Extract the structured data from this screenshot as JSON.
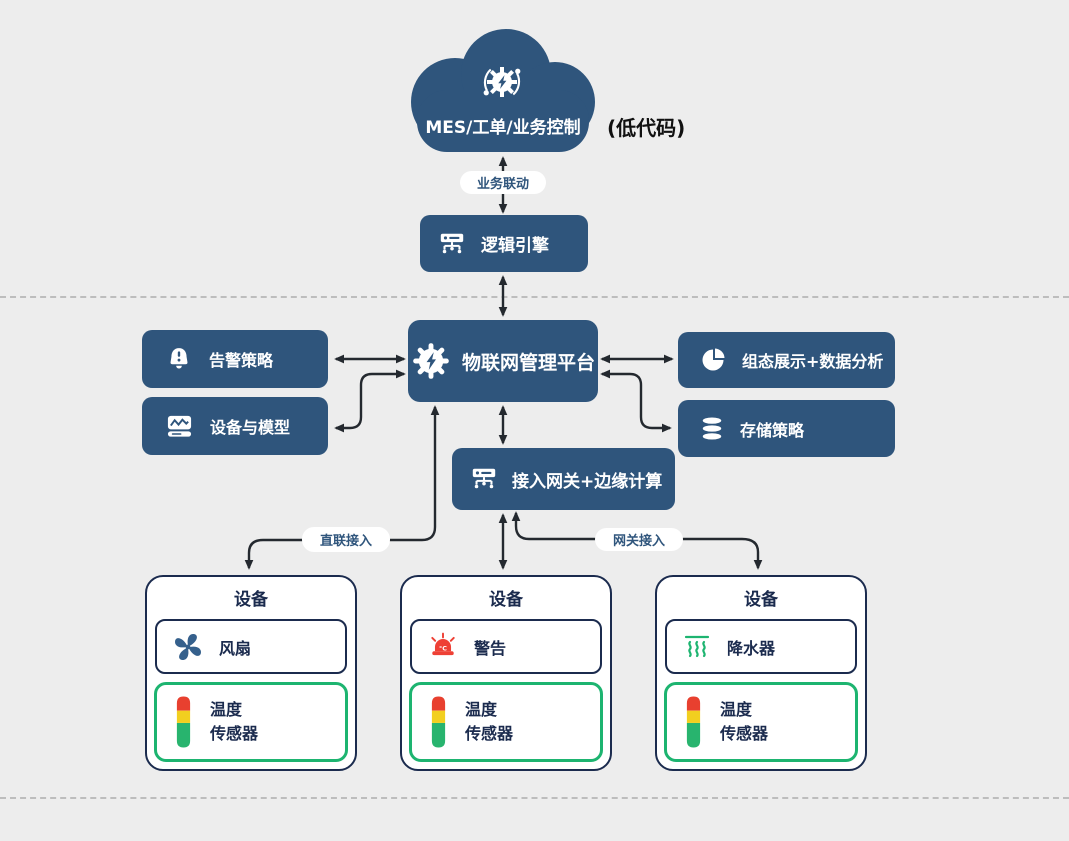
{
  "diagram": {
    "cloud": {
      "label": "MES/工单/业务控制",
      "note": "(低代码)",
      "icon": "automation-gear-icon"
    },
    "labels": {
      "business_link": "业务联动",
      "direct_access": "直联接入",
      "gateway_access": "网关接入"
    },
    "nodes": {
      "logic_engine": "逻辑引擎",
      "platform": "物联网管理平台",
      "alarm_policy": "告警策略",
      "device_model": "设备与模型",
      "visualization": "组态展示+数据分析",
      "storage_policy": "存储策略",
      "gateway": "接入网关+边缘计算"
    },
    "icon_texts": {
      "siren": "°C"
    },
    "device_cards": [
      {
        "title": "设备",
        "device": {
          "label": "风扇",
          "icon": "fan-icon"
        },
        "sensor": {
          "lines": [
            "温度",
            "传感器"
          ],
          "icon": "tower-light-icon"
        }
      },
      {
        "title": "设备",
        "device": {
          "label": "警告",
          "icon": "siren-icon"
        },
        "sensor": {
          "lines": [
            "温度",
            "传感器"
          ],
          "icon": "tower-light-icon"
        }
      },
      {
        "title": "设备",
        "device": {
          "label": "降水器",
          "icon": "sprinkler-icon"
        },
        "sensor": {
          "lines": [
            "温度",
            "传感器"
          ],
          "icon": "tower-light-icon"
        }
      }
    ],
    "colors": {
      "background": "#EDEDED",
      "node_blue": "#2F557C",
      "card_border_navy": "#1B2B4E",
      "sensor_green": "#1DB470",
      "alert_red": "#EE4035",
      "fan_blue": "#35608C",
      "tower_red": "#E8402F",
      "tower_yellow": "#F2CF1F",
      "tower_green": "#28B46E",
      "connector": "#24292F",
      "dash_line": "#BDBDBD"
    }
  }
}
